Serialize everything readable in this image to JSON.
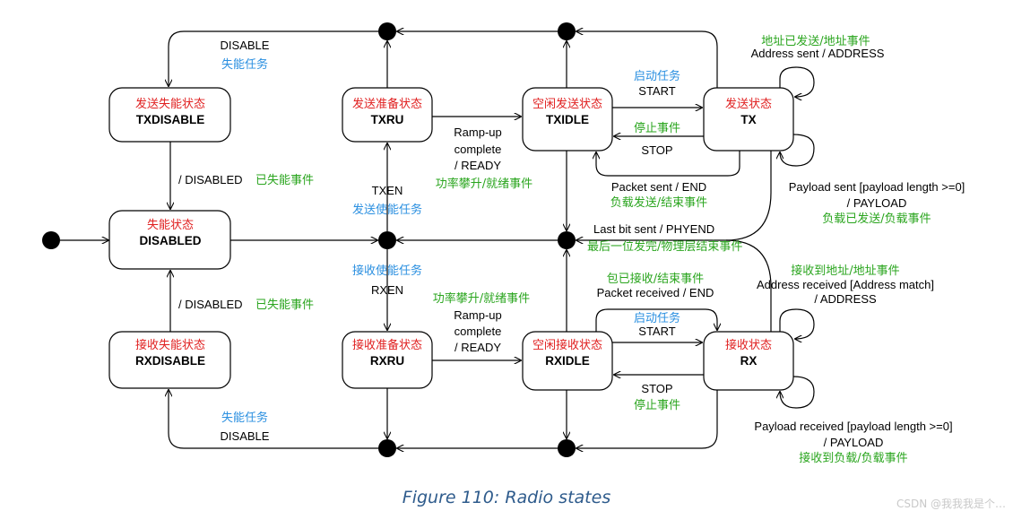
{
  "states": {
    "txdisable": {
      "cn": "发送失能状态",
      "en": "TXDISABLE"
    },
    "txru": {
      "cn": "发送准备状态",
      "en": "TXRU"
    },
    "txidle": {
      "cn": "空闲发送状态",
      "en": "TXIDLE"
    },
    "tx": {
      "cn": "发送状态",
      "en": "TX"
    },
    "disabled": {
      "cn": "失能状态",
      "en": "DISABLED"
    },
    "rxdisable": {
      "cn": "接收失能状态",
      "en": "RXDISABLE"
    },
    "rxru": {
      "cn": "接收准备状态",
      "en": "RXRU"
    },
    "rxidle": {
      "cn": "空闲接收状态",
      "en": "RXIDLE"
    },
    "rx": {
      "cn": "接收状态",
      "en": "RX"
    }
  },
  "labels": {
    "disable_top": {
      "en": "DISABLE",
      "cn": "失能任务"
    },
    "disabled_top": {
      "en": "/ DISABLED",
      "cn": "已失能事件"
    },
    "disabled_bottom": {
      "en": "/ DISABLED",
      "cn": "已失能事件"
    },
    "disable_bottom": {
      "cn": "失能任务",
      "en": "DISABLE"
    },
    "txen": {
      "en": "TXEN",
      "cn": "发送使能任务"
    },
    "rxen": {
      "cn": "接收使能任务",
      "en": "RXEN"
    },
    "rampup_tx": {
      "l1": "Ramp-up",
      "l2": "complete",
      "l3": "/ READY",
      "cn": "功率攀升/就绪事件"
    },
    "rampup_rx": {
      "cn": "功率攀升/就绪事件",
      "l1": "Ramp-up",
      "l2": "complete",
      "l3": "/ READY"
    },
    "start_tx": {
      "cn": "启动任务",
      "en": "START"
    },
    "stop_tx": {
      "cn": "停止事件",
      "en": "STOP"
    },
    "packet_sent": {
      "en": "Packet sent / END",
      "cn": "负载发送/结束事件"
    },
    "address_sent": {
      "cn": "地址已发送/地址事件",
      "en": "Address sent / ADDRESS"
    },
    "payload_sent": {
      "en1": "Payload sent [payload length >=0]",
      "en2": "/ PAYLOAD",
      "cn": "负载已发送/负载事件"
    },
    "last_bit": {
      "en": "Last bit sent / PHYEND",
      "cn": "最后一位发完/物理层结束事件"
    },
    "packet_received": {
      "cn": "包已接收/结束事件",
      "en": "Packet received / END"
    },
    "start_rx": {
      "cn": "启动任务",
      "en": "START"
    },
    "stop_rx": {
      "en": "STOP",
      "cn": "停止事件"
    },
    "address_received": {
      "cn": "接收到地址/地址事件",
      "en1": "Address received [Address match]",
      "en2": "/ ADDRESS"
    },
    "payload_received": {
      "en1": "Payload received [payload length >=0]",
      "en2": "/ PAYLOAD",
      "cn": "接收到负载/负载事件"
    }
  },
  "caption": "Figure 110: Radio states",
  "watermark": "CSDN @我我我是个…",
  "colors": {
    "red": "#e02020",
    "blue": "#2a8fe0",
    "green": "#2aa51e",
    "caption": "#2e5b8c"
  }
}
